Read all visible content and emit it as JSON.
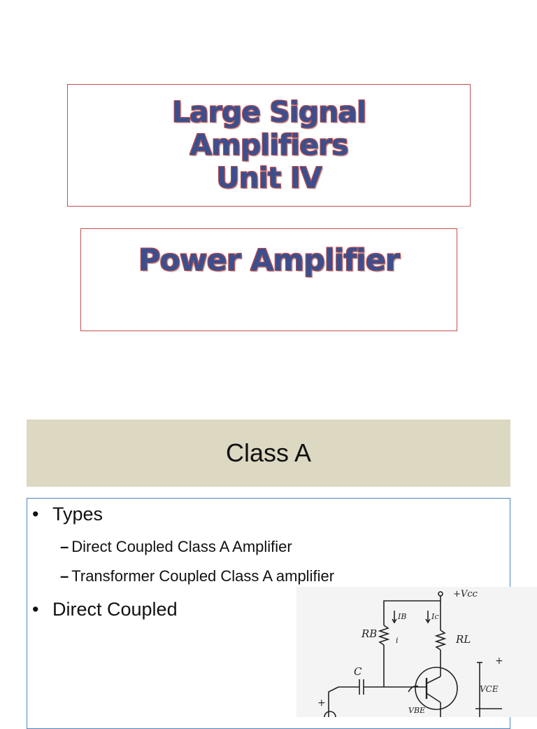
{
  "title_slide": {
    "title_lines": [
      "Large Signal",
      "Amplifiers",
      "Unit IV"
    ],
    "subtitle": "Power Amplifier"
  },
  "slide2": {
    "heading": "Class A",
    "bullets": [
      {
        "text": "Types",
        "sub": [
          "Direct Coupled  Class A Amplifier",
          "Transformer Coupled Class A amplifier"
        ]
      },
      {
        "text": "Direct Coupled"
      }
    ],
    "circuit_labels": {
      "vcc": "+Vcc",
      "rb": "RB",
      "rl": "RL",
      "ib": "IB",
      "ic": "Ic",
      "i": "i",
      "c": "C",
      "vce": "VCE",
      "vbe": "VBE",
      "plus1": "+",
      "plus2": "+"
    }
  }
}
